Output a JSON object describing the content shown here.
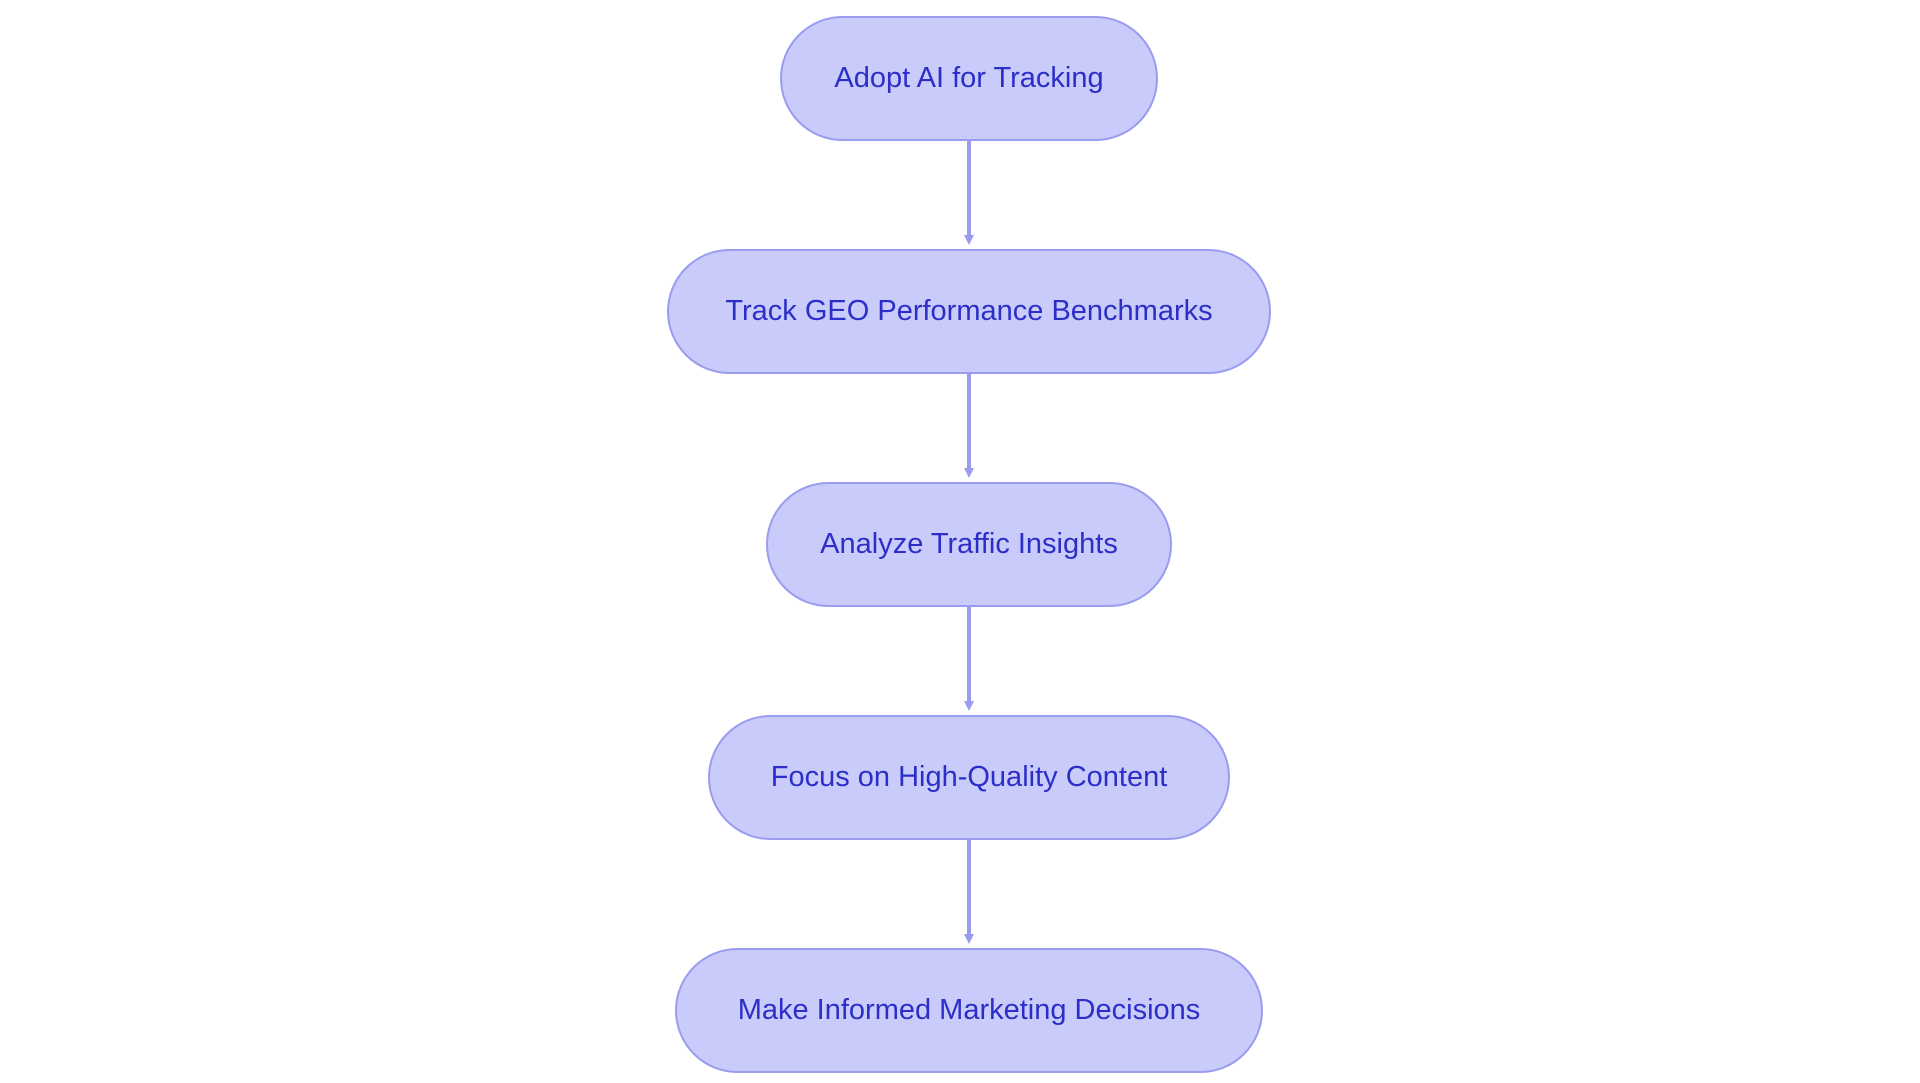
{
  "diagram": {
    "type": "vertical-flowchart",
    "colors": {
      "background": "#ffffff",
      "node_fill": "#c9cbfb",
      "node_stroke": "#9a9cef",
      "node_text": "#2b2fc7",
      "edge": "#9a9cef"
    },
    "nodes": [
      {
        "id": "n1",
        "label": "Adopt AI for Tracking"
      },
      {
        "id": "n2",
        "label": "Track GEO Performance Benchmarks"
      },
      {
        "id": "n3",
        "label": "Analyze Traffic Insights"
      },
      {
        "id": "n4",
        "label": "Focus on High-Quality Content"
      },
      {
        "id": "n5",
        "label": "Make Informed Marketing Decisions"
      }
    ],
    "edges": [
      {
        "from": "n1",
        "to": "n2"
      },
      {
        "from": "n2",
        "to": "n3"
      },
      {
        "from": "n3",
        "to": "n4"
      },
      {
        "from": "n4",
        "to": "n5"
      }
    ]
  }
}
